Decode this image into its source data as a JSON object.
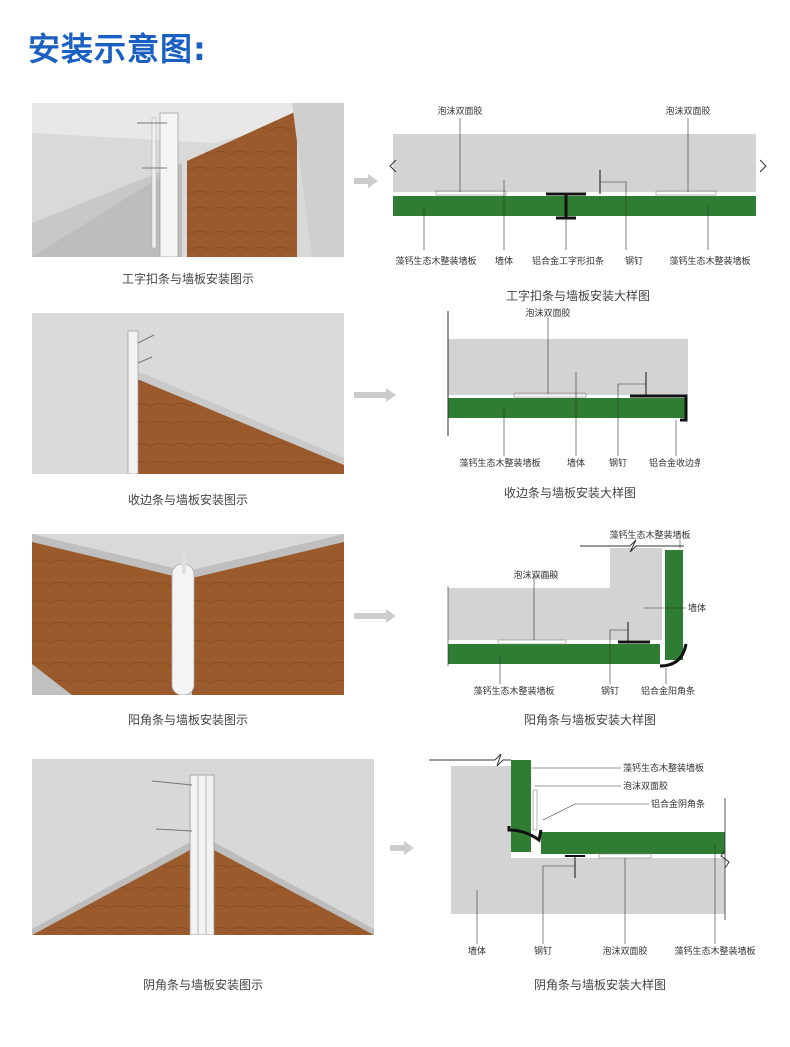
{
  "page_title": "安装示意图:",
  "colors": {
    "title": "#1a5fc2",
    "panel_green": "#2e7d32",
    "wall_gray": "#d3d3d3",
    "wood": "#9a5a2c",
    "arrow": "#cccccc"
  },
  "sections": [
    {
      "photo_caption": "工字扣条与墙板安装图示",
      "detail_caption": "工字扣条与墙板安装大样图",
      "labels": {
        "foam_left": "泡沫双面胶",
        "foam_right": "泡沫双面胶",
        "panel_left": "藻钙生态木整装墙板",
        "wall": "墙体",
        "strip": "铝合金工字形扣条",
        "nail": "钢钉",
        "panel_right": "藻钙生态木整装墙板"
      }
    },
    {
      "photo_caption": "收边条与墙板安装图示",
      "detail_caption": "收边条与墙板安装大样图",
      "labels": {
        "foam": "泡沫双面胶",
        "panel": "藻钙生态木整装墙板",
        "wall": "墙体",
        "nail": "钢钉",
        "strip": "铝合金收边条"
      }
    },
    {
      "photo_caption": "阳角条与墙板安装图示",
      "detail_caption": "阳角条与墙板安装大样图",
      "labels": {
        "panel_top": "藻钙生态木整装墙板",
        "foam": "泡沫双面胶",
        "wall": "墙体",
        "panel": "藻钙生态木整装墙板",
        "nail": "钢钉",
        "strip": "铝合金阳角条"
      }
    },
    {
      "photo_caption": "阴角条与墙板安装图示",
      "detail_caption": "阴角条与墙板安装大样图",
      "labels": {
        "panel_top": "藻钙生态木整装墙板",
        "foam_top": "泡沫双面胶",
        "strip": "铝合金阴角条",
        "wall": "墙体",
        "nail": "钢钉",
        "foam": "泡沫双面胶",
        "panel": "藻钙生态木整装墙板"
      }
    }
  ]
}
